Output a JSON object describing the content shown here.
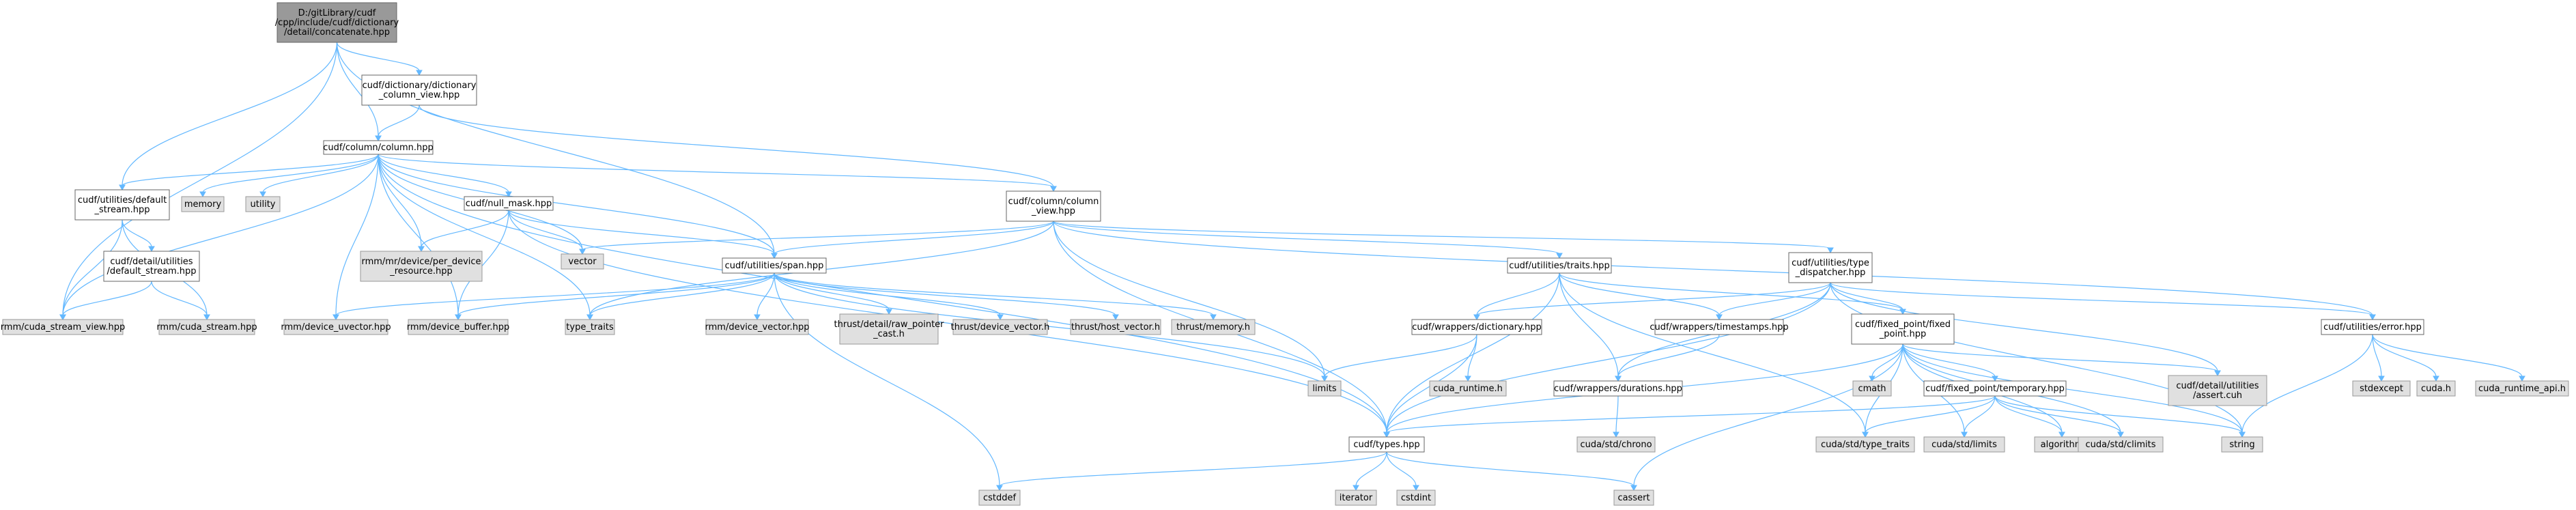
{
  "diagram": {
    "nodes": [
      {
        "id": "concat",
        "lines": [
          "D:/gitLibrary/cudf",
          "/cpp/include/cudf/dictionary",
          "/detail/concatenate.hpp"
        ],
        "kind": "src"
      },
      {
        "id": "dictcolview",
        "lines": [
          "cudf/dictionary/dictionary",
          "_column_view.hpp"
        ],
        "kind": "doc"
      },
      {
        "id": "column",
        "lines": [
          "cudf/column/column.hpp"
        ],
        "kind": "doc"
      },
      {
        "id": "defstream",
        "lines": [
          "cudf/utilities/default",
          "_stream.hpp"
        ],
        "kind": "doc"
      },
      {
        "id": "memory",
        "lines": [
          "memory"
        ],
        "kind": "sys"
      },
      {
        "id": "utility",
        "lines": [
          "utility"
        ],
        "kind": "sys"
      },
      {
        "id": "nullmask",
        "lines": [
          "cudf/null_mask.hpp"
        ],
        "kind": "doc"
      },
      {
        "id": "colview",
        "lines": [
          "cudf/column/column",
          "_view.hpp"
        ],
        "kind": "doc"
      },
      {
        "id": "detdefstream",
        "lines": [
          "cudf/detail/utilities",
          "/default_stream.hpp"
        ],
        "kind": "doc"
      },
      {
        "id": "perdev",
        "lines": [
          "rmm/mr/device/per_device",
          "_resource.hpp"
        ],
        "kind": "sys"
      },
      {
        "id": "vector",
        "lines": [
          "vector"
        ],
        "kind": "sys"
      },
      {
        "id": "span",
        "lines": [
          "cudf/utilities/span.hpp"
        ],
        "kind": "doc"
      },
      {
        "id": "traits",
        "lines": [
          "cudf/utilities/traits.hpp"
        ],
        "kind": "doc"
      },
      {
        "id": "typedisp",
        "lines": [
          "cudf/utilities/type",
          "_dispatcher.hpp"
        ],
        "kind": "doc"
      },
      {
        "id": "csv",
        "lines": [
          "rmm/cuda_stream_view.hpp"
        ],
        "kind": "sys"
      },
      {
        "id": "cs",
        "lines": [
          "rmm/cuda_stream.hpp"
        ],
        "kind": "sys"
      },
      {
        "id": "duvec",
        "lines": [
          "rmm/device_uvector.hpp"
        ],
        "kind": "sys"
      },
      {
        "id": "dbuf",
        "lines": [
          "rmm/device_buffer.hpp"
        ],
        "kind": "sys"
      },
      {
        "id": "typetraits",
        "lines": [
          "type_traits"
        ],
        "kind": "sys"
      },
      {
        "id": "dvec",
        "lines": [
          "rmm/device_vector.hpp"
        ],
        "kind": "sys"
      },
      {
        "id": "rawptr",
        "lines": [
          "thrust/detail/raw_pointer",
          "_cast.h"
        ],
        "kind": "sys"
      },
      {
        "id": "thdv",
        "lines": [
          "thrust/device_vector.h"
        ],
        "kind": "sys"
      },
      {
        "id": "thhv",
        "lines": [
          "thrust/host_vector.h"
        ],
        "kind": "sys"
      },
      {
        "id": "thmem",
        "lines": [
          "thrust/memory.h"
        ],
        "kind": "sys"
      },
      {
        "id": "limits",
        "lines": [
          "limits"
        ],
        "kind": "sys"
      },
      {
        "id": "wdict",
        "lines": [
          "cudf/wrappers/dictionary.hpp"
        ],
        "kind": "doc"
      },
      {
        "id": "wts",
        "lines": [
          "cudf/wrappers/timestamps.hpp"
        ],
        "kind": "doc"
      },
      {
        "id": "fixedpoint",
        "lines": [
          "cudf/fixed_point/fixed",
          "_point.hpp"
        ],
        "kind": "doc"
      },
      {
        "id": "error",
        "lines": [
          "cudf/utilities/error.hpp"
        ],
        "kind": "doc"
      },
      {
        "id": "cudaruntime",
        "lines": [
          "cuda_runtime.h"
        ],
        "kind": "sys"
      },
      {
        "id": "wdur",
        "lines": [
          "cudf/wrappers/durations.hpp"
        ],
        "kind": "doc"
      },
      {
        "id": "cmath",
        "lines": [
          "cmath"
        ],
        "kind": "sys"
      },
      {
        "id": "temporary",
        "lines": [
          "cudf/fixed_point/temporary.hpp"
        ],
        "kind": "doc"
      },
      {
        "id": "assertcuh",
        "lines": [
          "cudf/detail/utilities",
          "/assert.cuh"
        ],
        "kind": "sys"
      },
      {
        "id": "stdexcept",
        "lines": [
          "stdexcept"
        ],
        "kind": "sys"
      },
      {
        "id": "cudah",
        "lines": [
          "cuda.h"
        ],
        "kind": "sys"
      },
      {
        "id": "cudaapi",
        "lines": [
          "cuda_runtime_api.h"
        ],
        "kind": "sys"
      },
      {
        "id": "types",
        "lines": [
          "cudf/types.hpp"
        ],
        "kind": "doc"
      },
      {
        "id": "chrono",
        "lines": [
          "cuda/std/chrono"
        ],
        "kind": "sys"
      },
      {
        "id": "cstt",
        "lines": [
          "cuda/std/type_traits"
        ],
        "kind": "sys"
      },
      {
        "id": "cslimits",
        "lines": [
          "cuda/std/limits"
        ],
        "kind": "sys"
      },
      {
        "id": "algorithm",
        "lines": [
          "algorithm"
        ],
        "kind": "sys"
      },
      {
        "id": "csclimits",
        "lines": [
          "cuda/std/climits"
        ],
        "kind": "sys"
      },
      {
        "id": "string",
        "lines": [
          "string"
        ],
        "kind": "sys"
      },
      {
        "id": "cassert",
        "lines": [
          "cassert"
        ],
        "kind": "sys"
      },
      {
        "id": "iterator",
        "lines": [
          "iterator"
        ],
        "kind": "sys"
      },
      {
        "id": "cstdint",
        "lines": [
          "cstdint"
        ],
        "kind": "sys"
      },
      {
        "id": "cstddef",
        "lines": [
          "cstddef"
        ],
        "kind": "sys"
      }
    ],
    "edges": [
      [
        "concat",
        "dictcolview"
      ],
      [
        "concat",
        "column"
      ],
      [
        "concat",
        "defstream"
      ],
      [
        "concat",
        "csv"
      ],
      [
        "concat",
        "span"
      ],
      [
        "dictcolview",
        "column"
      ],
      [
        "dictcolview",
        "colview"
      ],
      [
        "column",
        "defstream"
      ],
      [
        "column",
        "memory"
      ],
      [
        "column",
        "utility"
      ],
      [
        "column",
        "nullmask"
      ],
      [
        "column",
        "colview"
      ],
      [
        "column",
        "perdev"
      ],
      [
        "column",
        "vector"
      ],
      [
        "column",
        "span"
      ],
      [
        "column",
        "csv"
      ],
      [
        "column",
        "duvec"
      ],
      [
        "column",
        "dbuf"
      ],
      [
        "column",
        "typetraits"
      ],
      [
        "column",
        "types"
      ],
      [
        "defstream",
        "detdefstream"
      ],
      [
        "defstream",
        "csv"
      ],
      [
        "defstream",
        "cs"
      ],
      [
        "detdefstream",
        "csv"
      ],
      [
        "detdefstream",
        "cs"
      ],
      [
        "nullmask",
        "perdev"
      ],
      [
        "nullmask",
        "vector"
      ],
      [
        "nullmask",
        "dbuf"
      ],
      [
        "nullmask",
        "span"
      ],
      [
        "nullmask",
        "types"
      ],
      [
        "colview",
        "span"
      ],
      [
        "colview",
        "vector"
      ],
      [
        "colview",
        "typetraits"
      ],
      [
        "colview",
        "limits"
      ],
      [
        "colview",
        "traits"
      ],
      [
        "colview",
        "typedisp"
      ],
      [
        "colview",
        "error"
      ],
      [
        "colview",
        "types"
      ],
      [
        "span",
        "duvec"
      ],
      [
        "span",
        "dbuf"
      ],
      [
        "span",
        "typetraits"
      ],
      [
        "span",
        "dvec"
      ],
      [
        "span",
        "rawptr"
      ],
      [
        "span",
        "thdv"
      ],
      [
        "span",
        "thhv"
      ],
      [
        "span",
        "thmem"
      ],
      [
        "span",
        "limits"
      ],
      [
        "span",
        "cstddef"
      ],
      [
        "traits",
        "wdict"
      ],
      [
        "traits",
        "wts"
      ],
      [
        "traits",
        "wdur"
      ],
      [
        "traits",
        "fixedpoint"
      ],
      [
        "traits",
        "types"
      ],
      [
        "traits",
        "cstt"
      ],
      [
        "typedisp",
        "wdict"
      ],
      [
        "typedisp",
        "wts"
      ],
      [
        "typedisp",
        "wdur"
      ],
      [
        "typedisp",
        "fixedpoint"
      ],
      [
        "typedisp",
        "error"
      ],
      [
        "typedisp",
        "assertcuh"
      ],
      [
        "typedisp",
        "string"
      ],
      [
        "typedisp",
        "types"
      ],
      [
        "wdict",
        "limits"
      ],
      [
        "wdict",
        "cudaruntime"
      ],
      [
        "wdict",
        "types"
      ],
      [
        "wts",
        "wdur"
      ],
      [
        "wdur",
        "chrono"
      ],
      [
        "fixedpoint",
        "types"
      ],
      [
        "fixedpoint",
        "cmath"
      ],
      [
        "fixedpoint",
        "temporary"
      ],
      [
        "fixedpoint",
        "assertcuh"
      ],
      [
        "fixedpoint",
        "cstt"
      ],
      [
        "fixedpoint",
        "cslimits"
      ],
      [
        "fixedpoint",
        "algorithm"
      ],
      [
        "fixedpoint",
        "csclimits"
      ],
      [
        "fixedpoint",
        "string"
      ],
      [
        "fixedpoint",
        "cassert"
      ],
      [
        "temporary",
        "types"
      ],
      [
        "temporary",
        "cstt"
      ],
      [
        "temporary",
        "cslimits"
      ],
      [
        "temporary",
        "algorithm"
      ],
      [
        "temporary",
        "csclimits"
      ],
      [
        "temporary",
        "string"
      ],
      [
        "error",
        "stdexcept"
      ],
      [
        "error",
        "cudah"
      ],
      [
        "error",
        "cudaapi"
      ],
      [
        "error",
        "string"
      ],
      [
        "types",
        "iterator"
      ],
      [
        "types",
        "cstdint"
      ],
      [
        "types",
        "cstddef"
      ],
      [
        "types",
        "cassert"
      ]
    ]
  }
}
